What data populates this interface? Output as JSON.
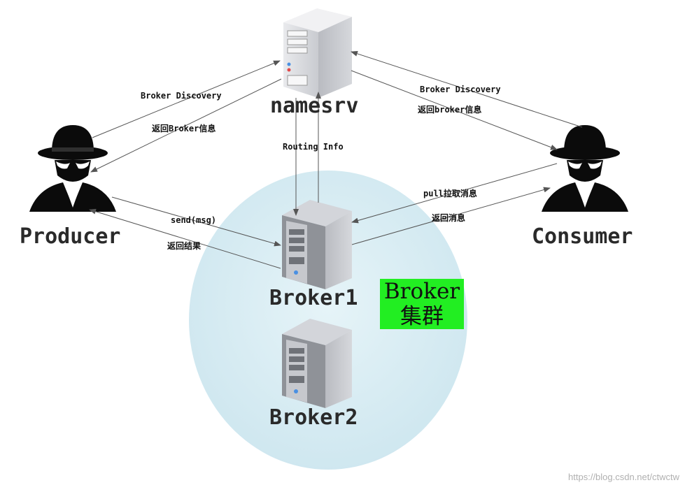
{
  "nodes": {
    "namesrv": "namesrv",
    "producer": "Producer",
    "consumer": "Consumer",
    "broker1": "Broker1",
    "broker2": "Broker2"
  },
  "cluster_label": {
    "line1": "Broker",
    "line2": "集群",
    "bg_color": "#22ee22"
  },
  "edges": {
    "producer_discovery": "Broker Discovery",
    "producer_return_info": "返回Broker信息",
    "consumer_discovery": "Broker Discovery",
    "consumer_return_info": "返回broker信息",
    "routing_info": "Routing Info",
    "send_msg": "send(msg)",
    "send_result": "返回结果",
    "pull_msg": "pull拉取消息",
    "return_msg": "返回消息"
  },
  "watermark": "https://blog.csdn.net/ctwctw",
  "colors": {
    "cluster_fill": "#d4ecf3",
    "arrow": "#555555"
  },
  "icons": [
    "server-icon",
    "spy-person-icon"
  ]
}
